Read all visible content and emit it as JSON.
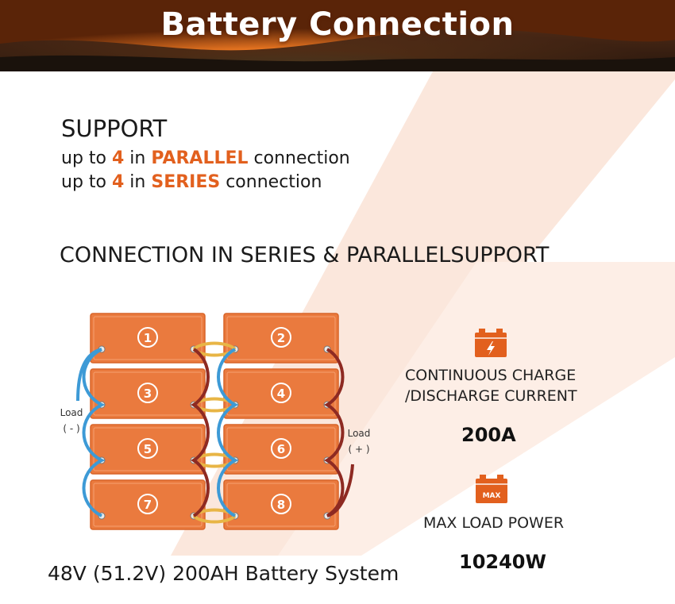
{
  "banner": {
    "title": "Battery Connection"
  },
  "support": {
    "title": "SUPPORT",
    "parallel": {
      "prefix": "up to ",
      "count": "4",
      "mid": " in ",
      "keyword": "PARALLEL",
      "suffix": " connection"
    },
    "series": {
      "prefix": "up to ",
      "count": "4",
      "mid": " in ",
      "keyword": "SERIES",
      "suffix": " connection"
    }
  },
  "section_title": "CONNECTION IN SERIES & PARALLELSUPPORT",
  "diagram": {
    "batteries": [
      "1",
      "2",
      "3",
      "4",
      "5",
      "6",
      "7",
      "8"
    ],
    "load_negative": {
      "label": "Load",
      "polarity": "( - )"
    },
    "load_positive": {
      "label": "Load",
      "polarity": "( + )"
    },
    "colors": {
      "battery": "#ea7a3e",
      "negative_wire": "#3d9ad6",
      "positive_wire": "#8e2a22",
      "link": "#e8b545"
    }
  },
  "specs": {
    "current": {
      "line1": "CONTINUOUS CHARGE",
      "line2": "/DISCHARGE CURRENT",
      "value": "200A",
      "icon": "battery-bolt-icon"
    },
    "power": {
      "label": "MAX LOAD POWER",
      "value": "10240W",
      "icon_text": "MAX",
      "icon": "battery-max-icon"
    }
  },
  "caption": "48V (51.2V) 200AH Battery System"
}
